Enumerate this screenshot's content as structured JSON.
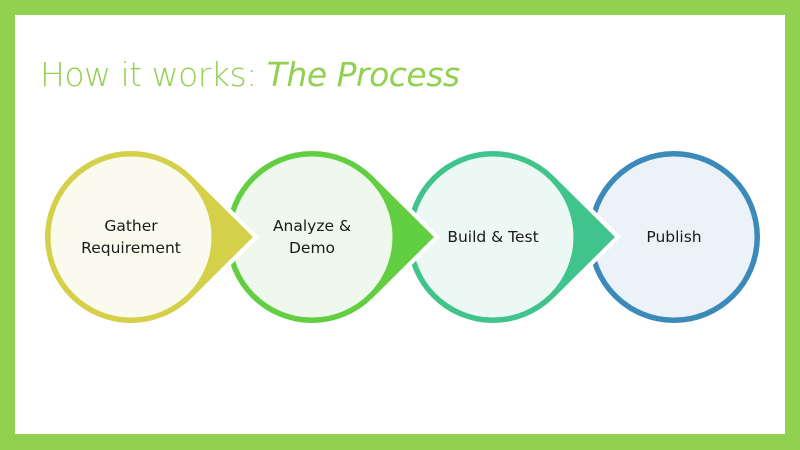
{
  "slide": {
    "title_plain": "How it works: ",
    "title_italic": "The Process"
  },
  "steps": [
    {
      "label_line1": "Gather",
      "label_line2": "Requirement",
      "stroke": "#d4d04a",
      "fill": "#fafbee"
    },
    {
      "label_line1": "Analyze &",
      "label_line2": "Demo",
      "stroke": "#62cf43",
      "fill": "#eef8ec"
    },
    {
      "label_line1": "Build & Test",
      "label_line2": "",
      "stroke": "#40c48b",
      "fill": "#ebf8f3"
    },
    {
      "label_line1": "Publish",
      "label_line2": "",
      "stroke": "#3b8ab9",
      "fill": "#ebf3f8"
    }
  ],
  "colors": {
    "frame": "#92d050",
    "title": "#92d050",
    "background": "#ffffff"
  }
}
